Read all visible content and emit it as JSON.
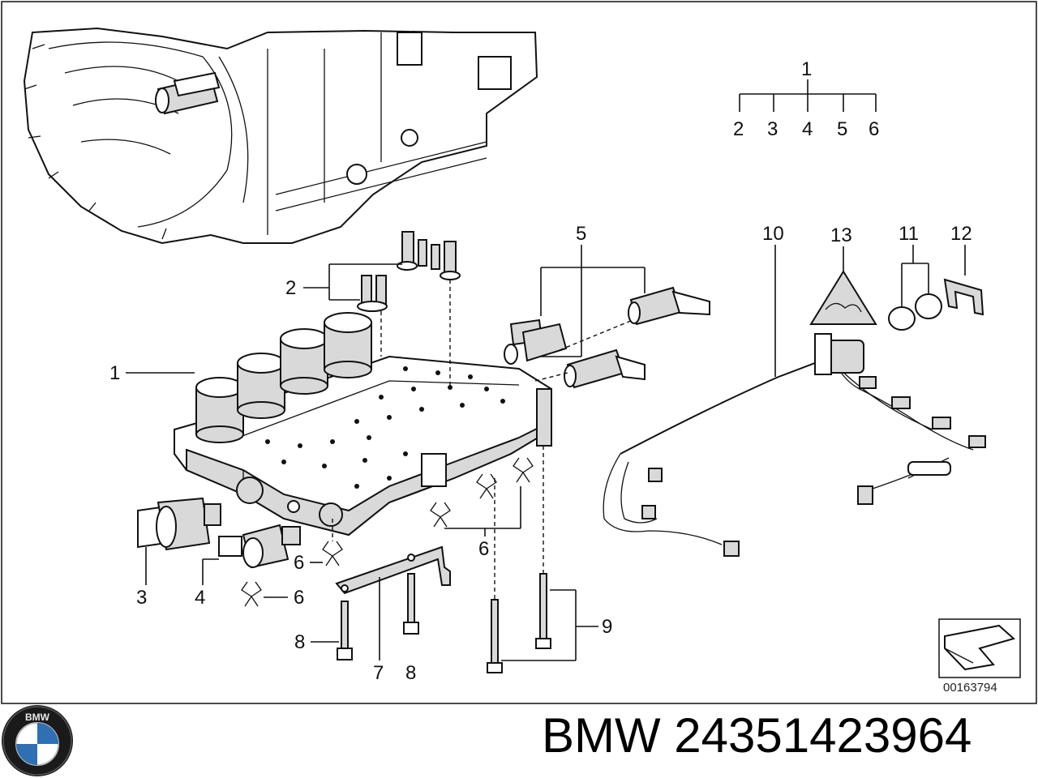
{
  "callouts": {
    "assembly_top": "1",
    "sub_2": "2",
    "sub_3": "3",
    "sub_4": "4",
    "sub_5": "5",
    "sub_6": "6",
    "label_1": "1",
    "label_2": "2",
    "label_3": "3",
    "label_4": "4",
    "label_5": "5",
    "label_6a": "6",
    "label_6b": "6",
    "label_6c": "6",
    "label_7": "7",
    "label_8a": "8",
    "label_8b": "8",
    "label_9": "9",
    "label_10": "10",
    "label_11": "11",
    "label_12": "12",
    "label_13": "13"
  },
  "diagram_ref": "00163794",
  "brand": {
    "logo_text": "BMW",
    "title": "BMW 24351423964"
  }
}
